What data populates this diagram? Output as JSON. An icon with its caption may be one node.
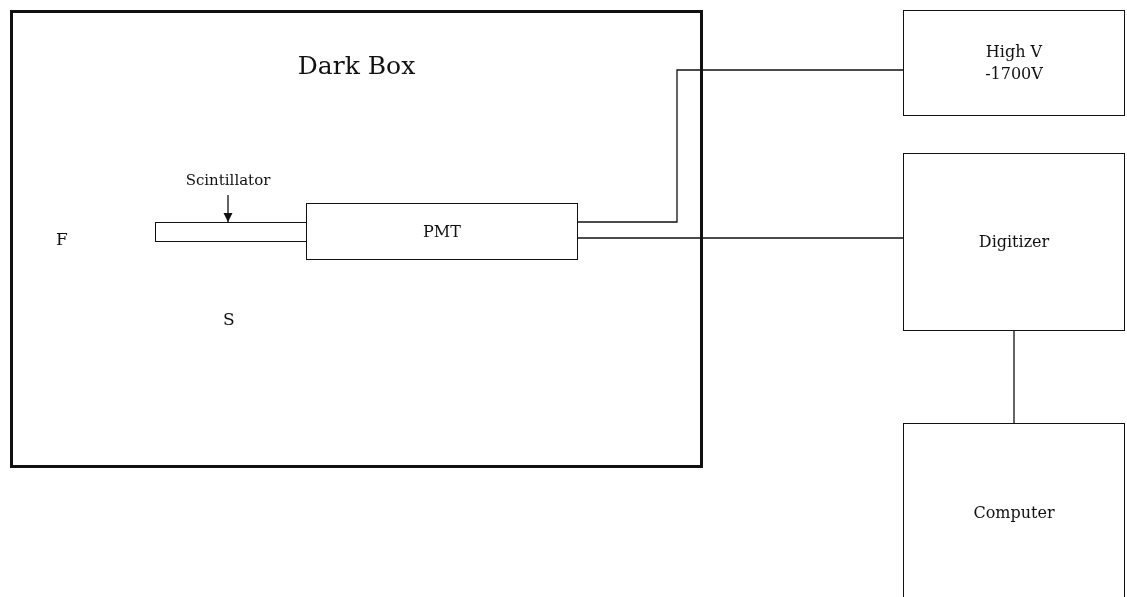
{
  "diagram": {
    "nodes": [
      {
        "text": [
          "Dark Box"
        ]
      },
      {
        "text": [],
        "shape": "bar",
        "in": 0
      },
      {
        "text": [
          "Scintillator"
        ],
        "in": 0
      },
      {
        "text": [
          "PMT"
        ],
        "in": 0
      },
      {
        "text": [
          "High V -1700V"
        ]
      },
      {
        "text": [
          "Digitizer"
        ]
      },
      {
        "text": [
          "Computer"
        ]
      }
    ],
    "edges": [
      {
        "from": 2,
        "to": 1,
        "arrow": "to"
      },
      {
        "from": 3,
        "to": 4,
        "arrow": "none"
      },
      {
        "from": 3,
        "to": 5,
        "arrow": "none"
      },
      {
        "from": 5,
        "to": 6,
        "arrow": "none"
      }
    ],
    "labels": [
      "F",
      "S"
    ]
  }
}
